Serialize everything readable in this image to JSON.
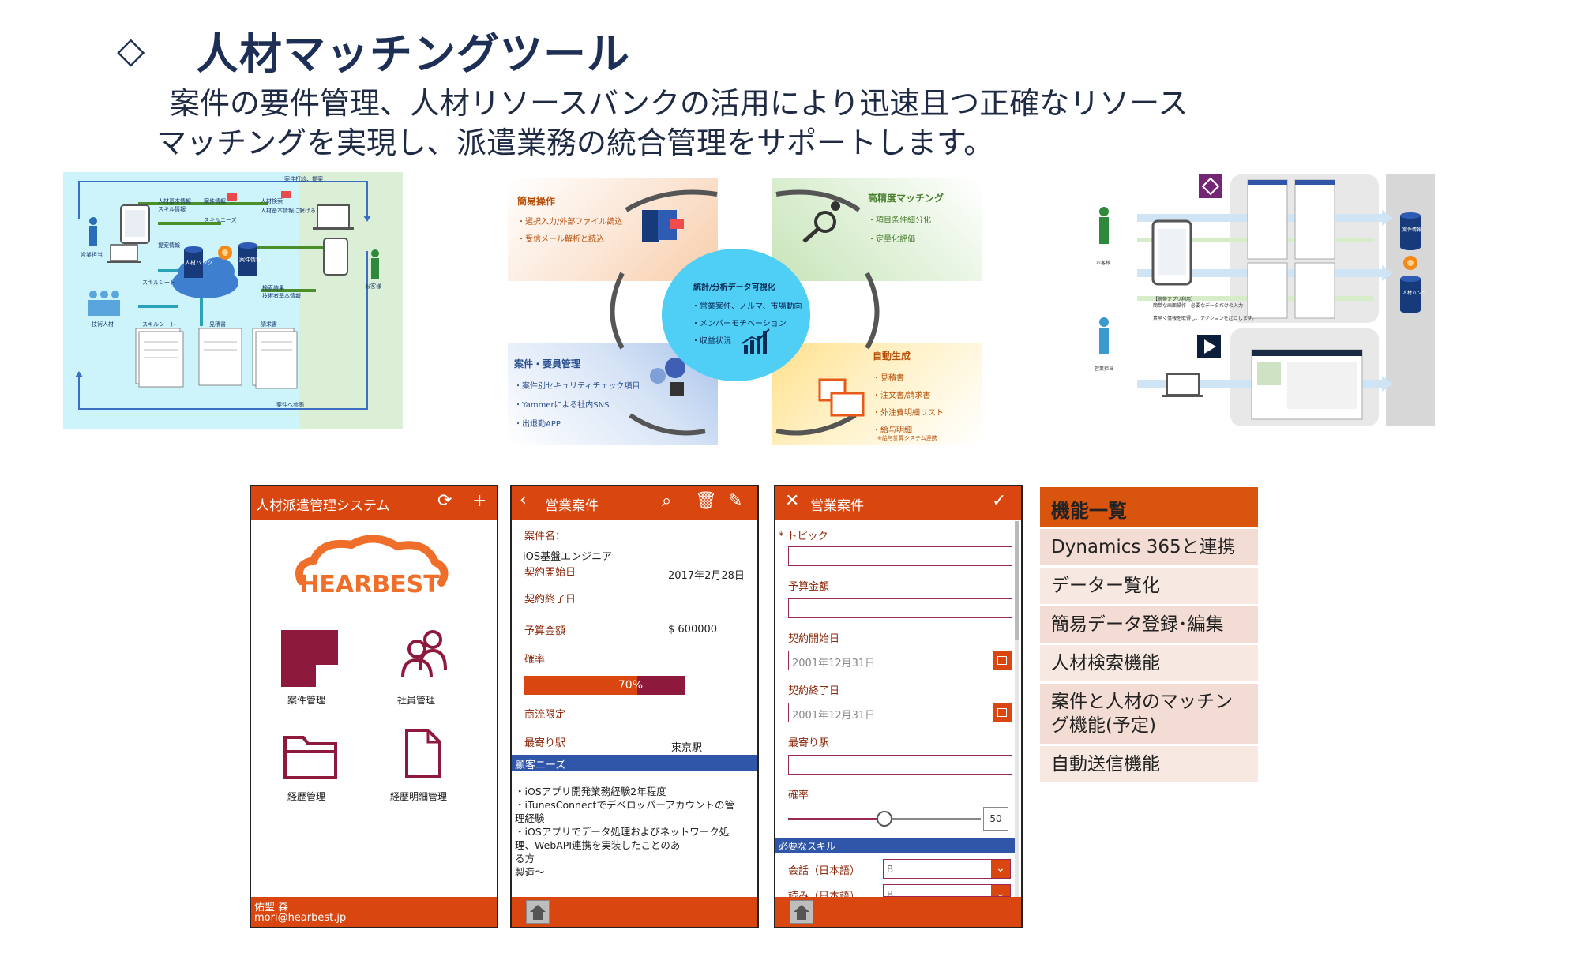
{
  "header": {
    "diamond": "◇",
    "title": "人材マッチングツール",
    "subtitle_line1": "案件の要件管理、人材リソースバンクの活用により迅速且つ正確なリソース",
    "subtitle_line2": "マッチングを実現し、派遣業務の統合管理をサポートします。"
  },
  "diagram1": {
    "labels": {
      "case_hearing": "案件打診、提案",
      "hr_basic_info": "人材基本情報",
      "case_info": "案件情報",
      "skill_info": "スキル情報",
      "skill_needs": "スキルニーズ",
      "hr_search": "人材検索",
      "hr_basic_info_connect": "人材基本情報に繋げる",
      "sales_staff": "営業担当",
      "proposal_info": "提案情報",
      "hr_bank": "人材バンク",
      "case_info_db": "案件情報",
      "skill_sheet": "スキルシート",
      "search_result": "検索結果",
      "tech_staff_info": "技術者基本情報",
      "tech_staff": "技術人材",
      "skill_sheet2": "スキルシート",
      "estimate": "見積書",
      "invoice": "請求書",
      "customer": "お客様",
      "to_case": "案件へ参画"
    }
  },
  "diagram2": {
    "tl_head": "簡易操作",
    "tl_items": [
      "・選択入力/外部ファイル読込",
      "・受信メール解析と読込"
    ],
    "tr_head": "高精度マッチング",
    "tr_items": [
      "・項目条件細分化",
      "・定量化評価"
    ],
    "center_head": "統計/分析データ可視化",
    "center_items": [
      "・営業案件、ノルマ、市場動向",
      "・メンバーモチベーション",
      "・収益状況"
    ],
    "bl_head": "案件・要員管理",
    "bl_items": [
      "・案件別セキュリティチェック項目",
      "・Yammerによる社内SNS",
      "・出退勤APP"
    ],
    "br_head": "自動生成",
    "br_items": [
      "・見積書",
      "・注文書/請求書",
      "・外注費明細リスト",
      "・給与明細"
    ],
    "br_note": "※給与計算システム連携"
  },
  "diagram3": {
    "customer": "お客様",
    "sales": "営業担当",
    "note_line1": "【携帯アプリ利用】",
    "note_line2": "簡単な画面操作　必要なデータだけの入力",
    "note_line3": "素早く情報を取得し、アクションを起こします。",
    "db_top": "案件情報",
    "db_bottom": "人材バンク"
  },
  "phone1": {
    "title": "人材派遣管理システム",
    "logo": "HEARBEST",
    "tiles": [
      "案件管理",
      "社員管理",
      "経歴管理",
      "経歴明細管理"
    ],
    "user_name": "佑聖 森",
    "user_email": "mori@hearbest.jp"
  },
  "phone2": {
    "title": "営業案件",
    "case_name_label": "案件名：",
    "case_name_value": "iOS基盤エンジニア",
    "start_label": "契約開始日",
    "start_value": "2017年2月28日",
    "end_label": "契約終了日",
    "budget_label": "予算金額",
    "budget_value": "$ 600000",
    "prob_label": "確率",
    "prob_percent": 70,
    "prob_text": "70%",
    "deadline_label": "商流限定",
    "station_label": "最寄り駅",
    "station_value": "東京駅",
    "needs_section": "顧客ニーズ",
    "needs_lines": [
      "・iOSアプリ開発業務経験2年程度",
      "・iTunesConnectでデベロッパーアカウントの管",
      "理経験",
      "・iOSアプリでデータ処理およびネットワーク処",
      "理、WebAPI連携を実装したことのあ",
      "る方",
      "製造～"
    ]
  },
  "phone3": {
    "title": "営業案件",
    "topic_label": "* トピック",
    "budget_label": "予算金額",
    "start_label": "契約開始日",
    "start_value": "2001年12月31日",
    "end_label": "契約終了日",
    "end_value": "2001年12月31日",
    "station_label": "最寄り駅",
    "prob_label": "確率",
    "prob_value": "50",
    "prob_fraction": 0.5,
    "skills_section": "必要なスキル",
    "skill1_label": "会話（日本語）",
    "skill1_value": "B",
    "skill2_label": "読み（日本語）",
    "skill2_value": "B"
  },
  "features": {
    "heading": "機能一覧",
    "items": [
      "Dynamics 365と連携",
      "データー覧化",
      "簡易データ登録･編集",
      "人材検索機能",
      "案件と人材のマッチング機能(予定)",
      "自動送信機能"
    ]
  },
  "colors": {
    "accent_orange": "#d9460f",
    "accent_wine": "#8d1a3d",
    "section_blue": "#2f56a8",
    "title_navy": "#1e2f56"
  }
}
